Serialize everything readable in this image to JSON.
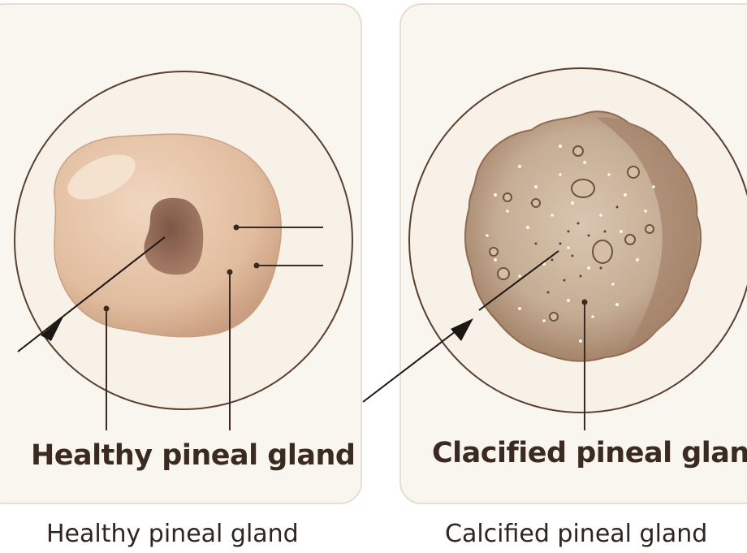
{
  "left_panel": {
    "title": "Healthy pineal gland",
    "caption": "Healthy pineal gland"
  },
  "right_panel": {
    "title": "Clacified pineal gland",
    "caption": "Calcified pineal gland"
  },
  "colors": {
    "panel_bg": "#f9f5ef",
    "panel_border": "#e7ddd2",
    "circle_bg": "#f7f1e8",
    "circle_stroke": "#5a3f30",
    "healthy_gland": "#e8c8ad",
    "healthy_core": "#9c7560",
    "calcified_gland": "#bda58e",
    "line": "#1c1614",
    "title_text": "#3b2a21"
  }
}
